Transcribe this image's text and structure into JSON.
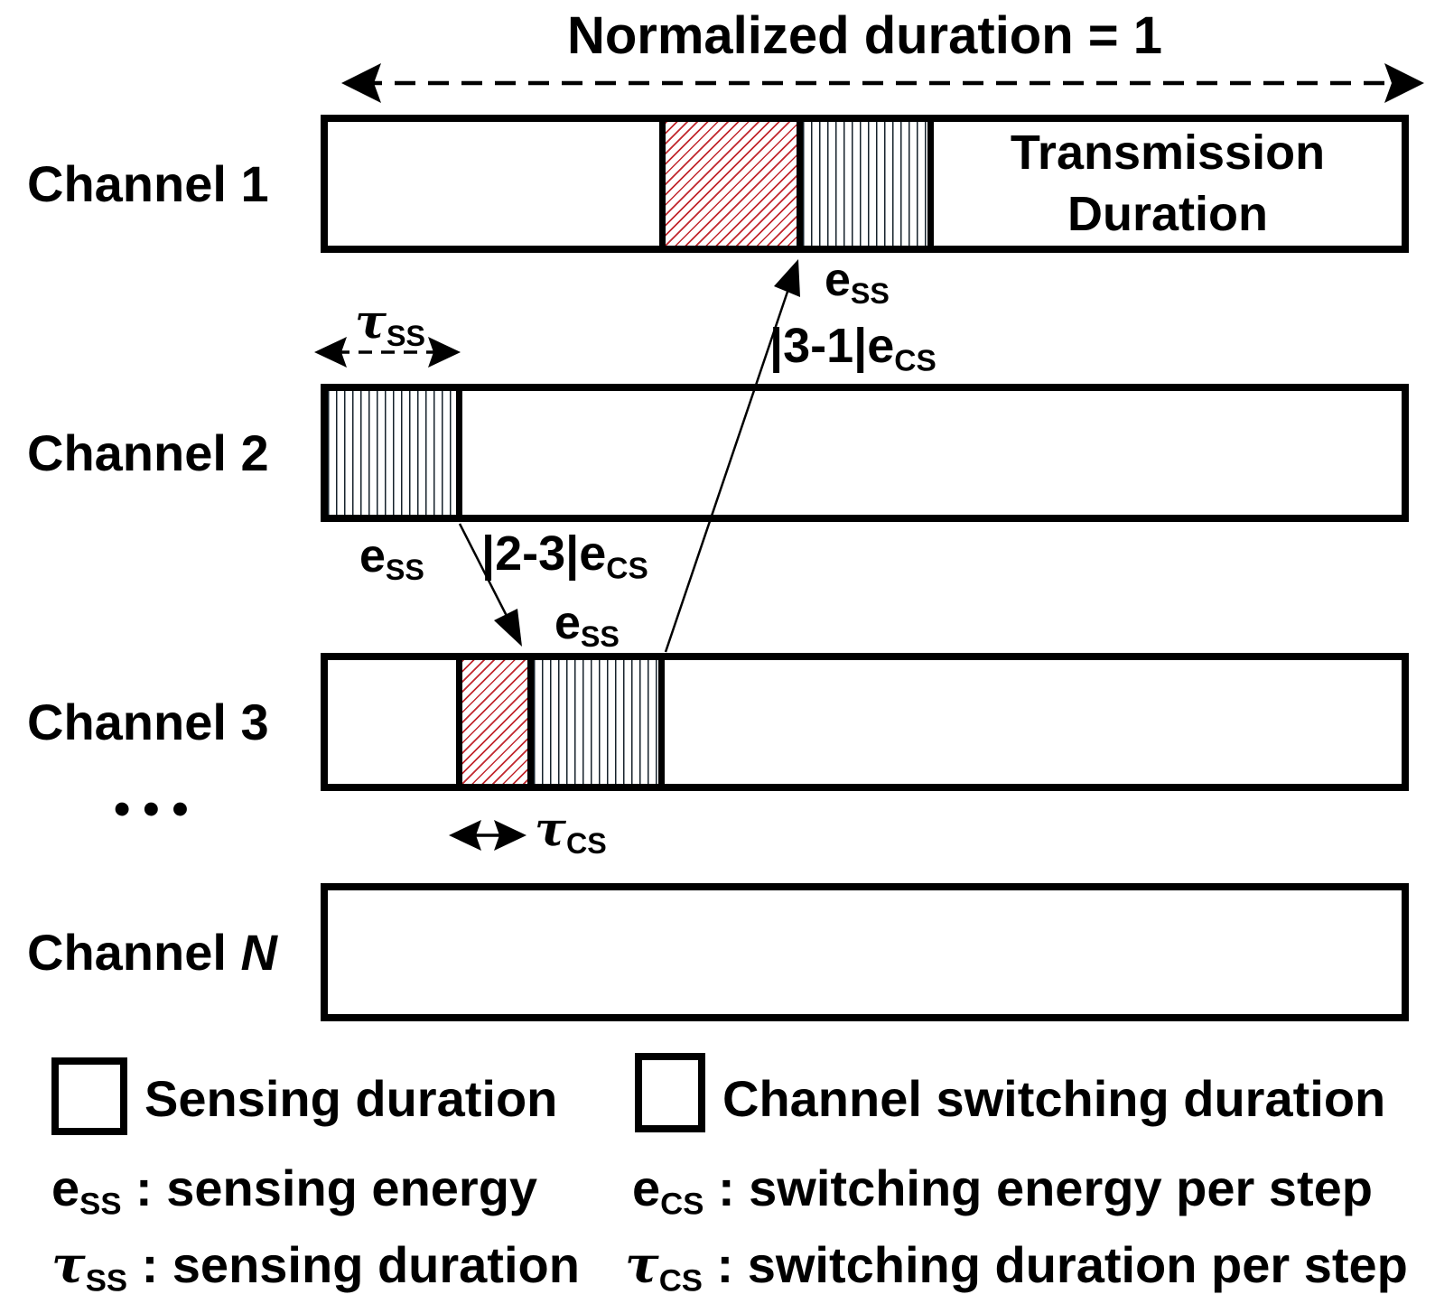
{
  "title": "Normalized duration = 1",
  "colors": {
    "switching_hatch": "#c1272d",
    "sensing_hatch": "#16222b",
    "outline": "#000000"
  },
  "channels": {
    "ch1": {
      "label": "Channel 1"
    },
    "ch2": {
      "label": "Channel 2"
    },
    "ch3": {
      "label": "Channel 3"
    },
    "chN": {
      "label_pre": "Channel ",
      "label_it": "N"
    }
  },
  "channel1": {
    "transmission_line1": "Transmission",
    "transmission_line2": "Duration"
  },
  "annotations": {
    "ess_ch1": {
      "base": "e",
      "sub": "SS"
    },
    "ess_ch2": {
      "base": "e",
      "sub": "SS"
    },
    "ess_ch3": {
      "base": "e",
      "sub": "SS"
    },
    "tau_ss": {
      "base": "τ",
      "sub": "SS"
    },
    "tau_cs": {
      "base": "τ",
      "sub": "CS"
    },
    "switch_3_to_1": {
      "base": "|3-1|e",
      "sub": "CS"
    },
    "switch_2_to_3": {
      "base": "|2-3|e",
      "sub": "CS"
    },
    "ellipsis": "•••"
  },
  "legend": {
    "sensing": "Sensing duration",
    "switching": "Channel switching duration"
  },
  "definitions": {
    "ess": {
      "base": "e",
      "sub": "SS",
      "desc": " : sensing energy"
    },
    "tss": {
      "base": "τ",
      "sub": "SS",
      "desc": " : sensing duration"
    },
    "ecs": {
      "base": "e",
      "sub": "CS",
      "desc": " : switching energy per step"
    },
    "tcs": {
      "base": "τ",
      "sub": "CS",
      "desc": " : switching duration per step"
    }
  }
}
